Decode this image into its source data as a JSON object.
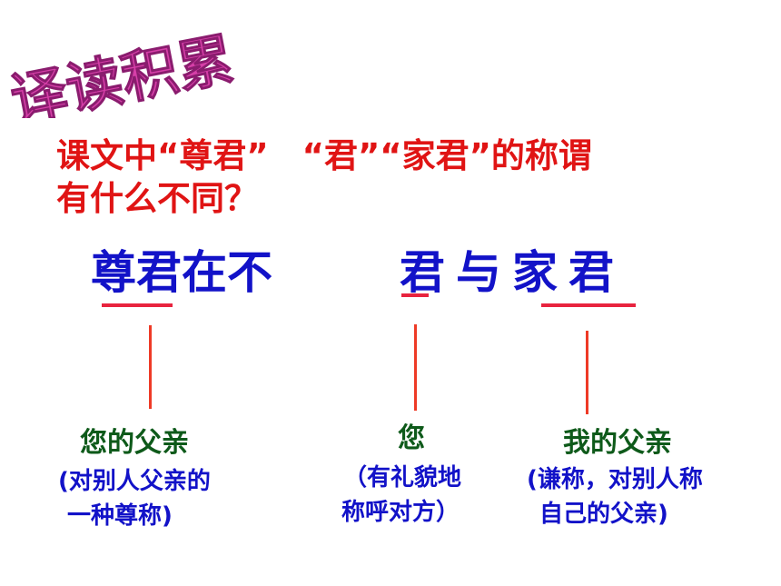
{
  "title": "译读积累",
  "question": {
    "line1": "课文中“尊君”　“君”“家君”的称谓",
    "line2": "有什么不同？"
  },
  "sentence1": "尊君在不",
  "sentence2": {
    "w1": "君",
    "w2": "与",
    "w3": "家",
    "w4": "君"
  },
  "meanings": [
    {
      "term": "您的父亲",
      "note_line1": "(对别人父亲的",
      "note_line2": "一种尊称)"
    },
    {
      "term": "您",
      "note_line1": "（有礼貌地",
      "note_line2": "称呼对方）"
    },
    {
      "term": "我的父亲",
      "note_line1": "(谦称，对别人称",
      "note_line2": "自己的父亲)"
    }
  ],
  "colors": {
    "title": "#d63fa8",
    "question": "#e01414",
    "blue": "#1212c8",
    "green": "#0e5a1a",
    "marker": "#e8233e"
  }
}
